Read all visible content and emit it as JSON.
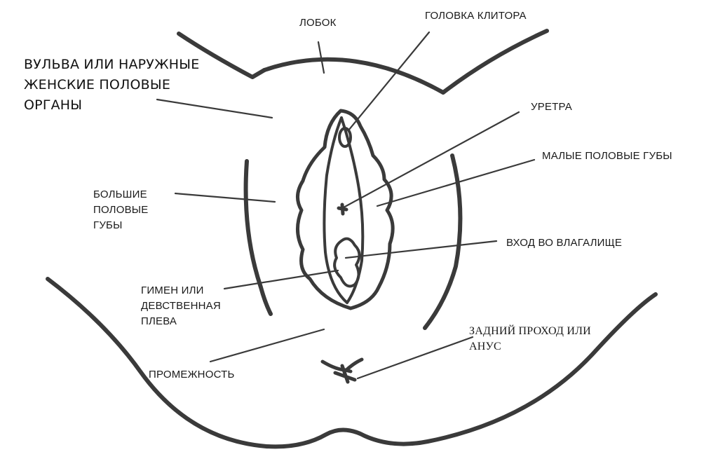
{
  "title": "ВУЛЬВА ИЛИ НАРУЖНЫЕ\nЖЕНСКИЕ ПОЛОВЫЕ\nОРГАНЫ",
  "colors": {
    "ink": "#3a3a3a",
    "text": "#1a1a1a",
    "background": "#ffffff"
  },
  "labels": {
    "pubis": "ЛОБОК",
    "clitoris_glans": "ГОЛОВКА КЛИТОРА",
    "urethra": "УРЕТРА",
    "labia_minora": "МАЛЫЕ ПОЛОВЫЕ ГУБЫ",
    "labia_majora": "БОЛЬШИЕ\nПОЛОВЫЕ\nГУБЫ",
    "vaginal_opening": "ВХОД ВО ВЛАГАЛИЩЕ",
    "hymen": "ГИМЕН ИЛИ\nДЕВСТВЕННАЯ\nПЛЕВА",
    "perineum": "ПРОМЕЖНОСТЬ",
    "anus": "ЗАДНИЙ ПРОХОД ИЛИ\nАНУС"
  }
}
